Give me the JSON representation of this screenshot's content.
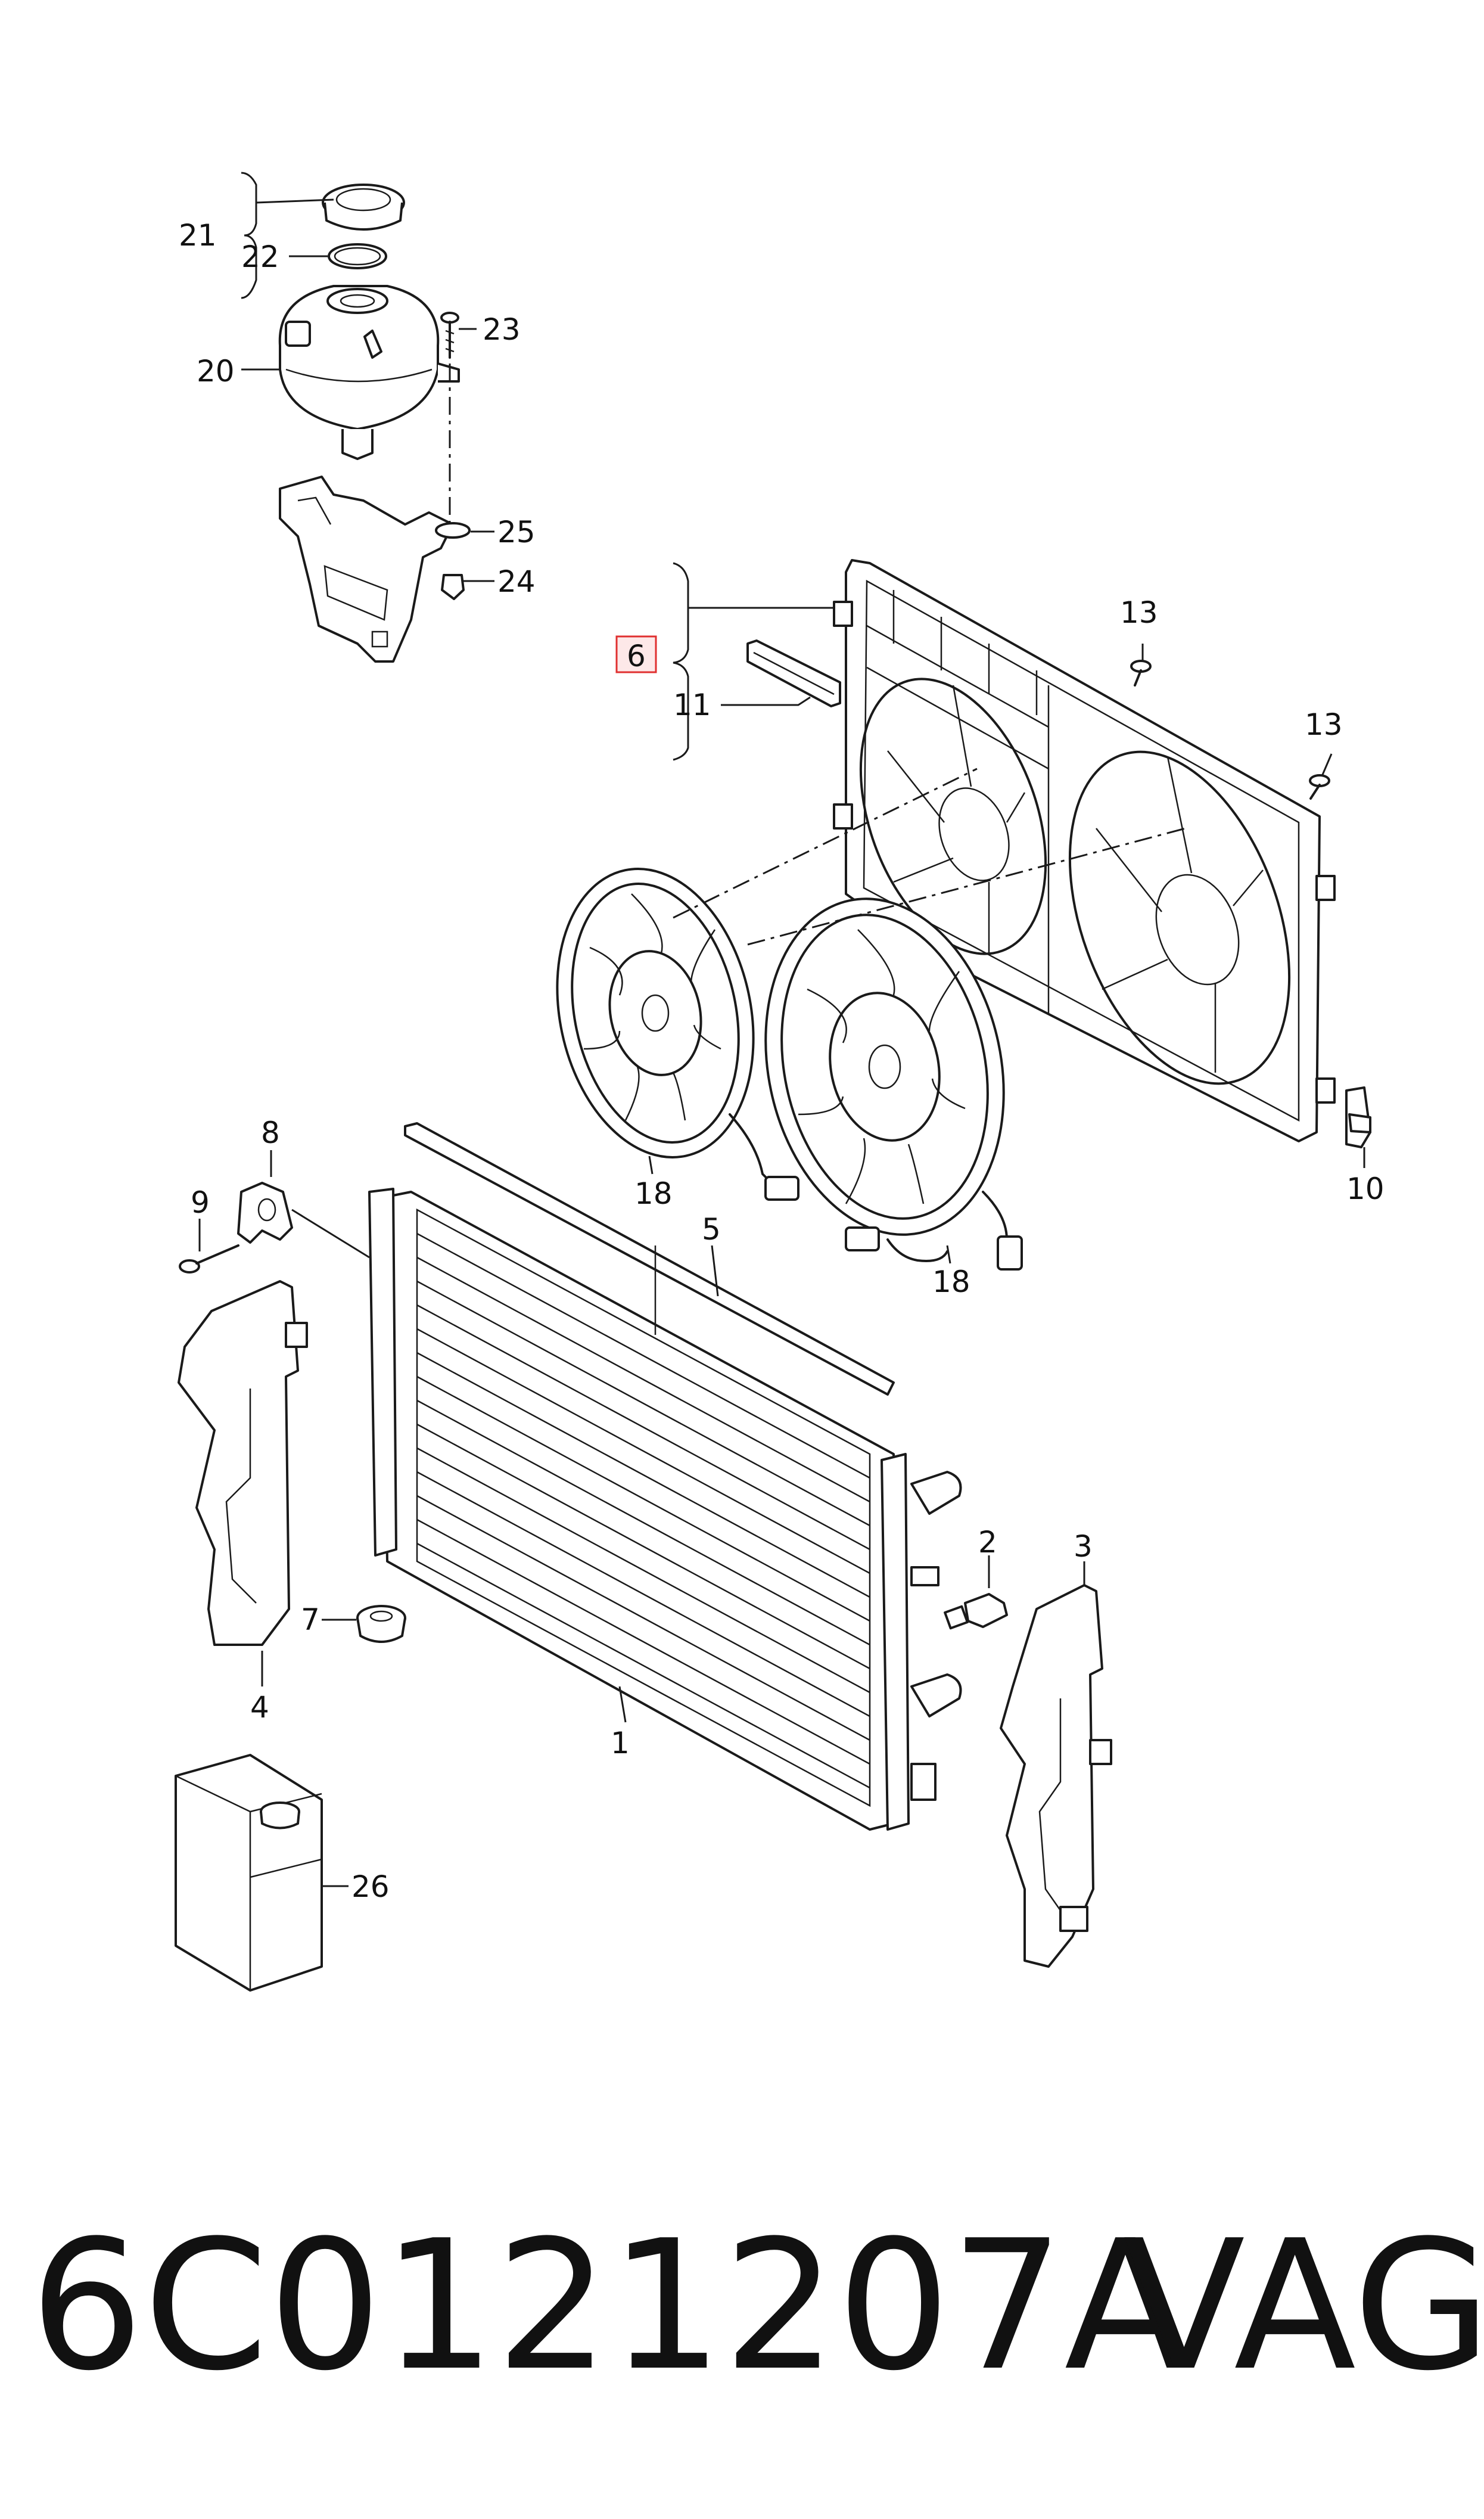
{
  "diagram": {
    "callouts": {
      "c1": "1",
      "c2": "2",
      "c3": "3",
      "c4": "4",
      "c5": "5",
      "c6": "6",
      "c7": "7",
      "c8": "8",
      "c9": "9",
      "c10": "10",
      "c11": "11",
      "c13a": "13",
      "c13b": "13",
      "c18a": "18",
      "c18b": "18",
      "c20": "20",
      "c21": "21",
      "c22": "22",
      "c23": "23",
      "c24": "24",
      "c25": "25",
      "c26": "26"
    },
    "highlight_color": "#e03030"
  },
  "footer": {
    "part_number": "6C0121207A",
    "brand": "VAG"
  }
}
